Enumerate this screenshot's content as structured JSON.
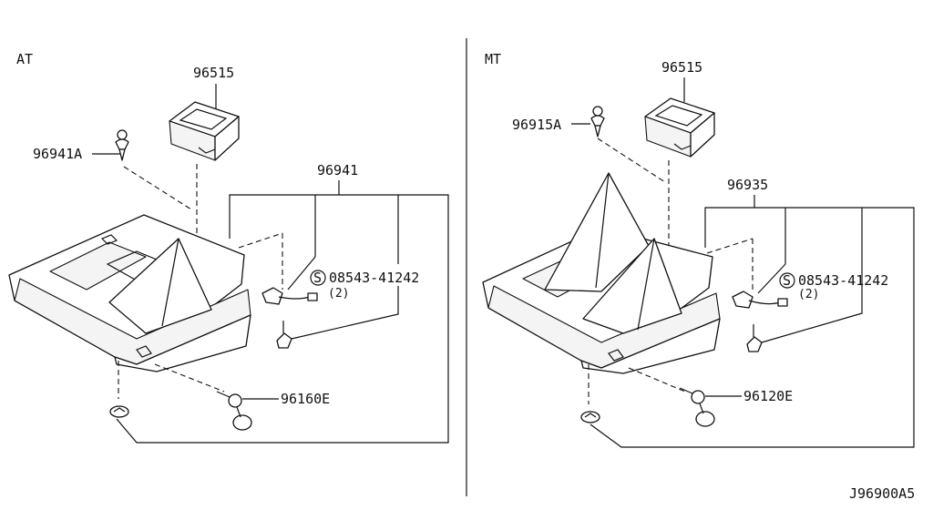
{
  "left": {
    "section_label": "AT",
    "part_96515": "96515",
    "part_clip": "96941A",
    "part_assembly": "96941",
    "screw_code": "08543-41242",
    "screw_qty": "(2)",
    "screw_symbol": "S",
    "part_bulb": "96160E"
  },
  "right": {
    "section_label": "MT",
    "part_96515": "96515",
    "part_clip": "96915A",
    "part_assembly": "96935",
    "screw_code": "08543-41242",
    "screw_qty": "(2)",
    "screw_symbol": "S",
    "part_bulb": "96120E"
  },
  "diagram_code": "J96900A5"
}
